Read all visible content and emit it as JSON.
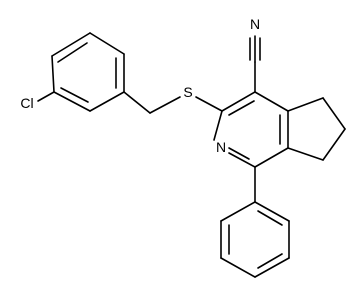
{
  "molecule": {
    "atoms": {
      "chlorine": "Cl",
      "sulfur": "S",
      "ring_nitrogen": "N",
      "nitrile_nitrogen": "N"
    }
  }
}
